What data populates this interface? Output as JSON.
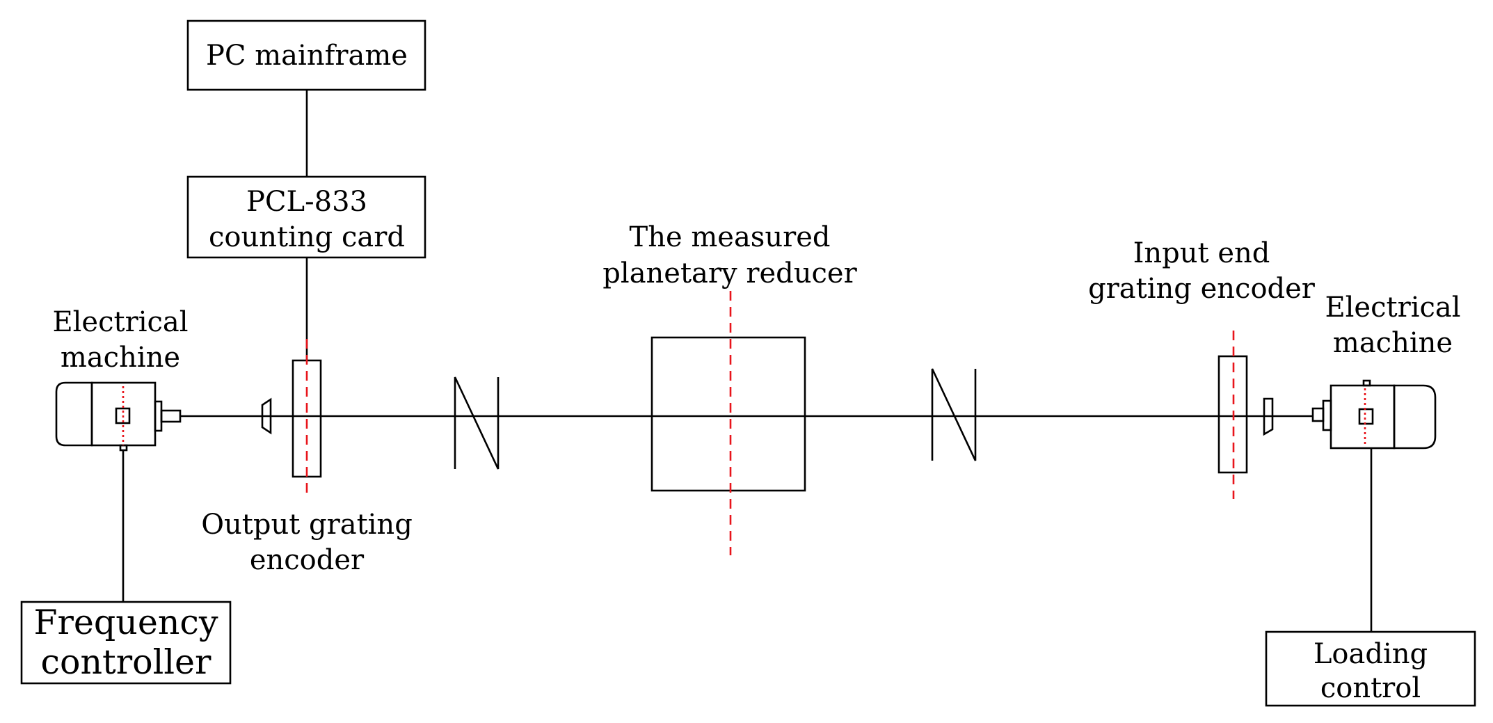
{
  "labels": {
    "pc_mainframe": "PC mainframe",
    "counting_card_line1": "PCL-833",
    "counting_card_line2": "counting card",
    "reducer_line1": "The measured",
    "reducer_line2": "planetary reducer",
    "input_encoder_line1": "Input end",
    "input_encoder_line2": "grating encoder",
    "left_machine_line1": "Electrical",
    "left_machine_line2": "machine",
    "right_machine_line1": "Electrical",
    "right_machine_line2": "machine",
    "output_encoder_line1": "Output grating",
    "output_encoder_line2": "encoder",
    "frequency_line1": "Frequency",
    "frequency_line2": "controller",
    "loading_line1": "Loading",
    "loading_line2": "control"
  },
  "colors": {
    "line": "#000000",
    "centerline": "#e8141b"
  }
}
